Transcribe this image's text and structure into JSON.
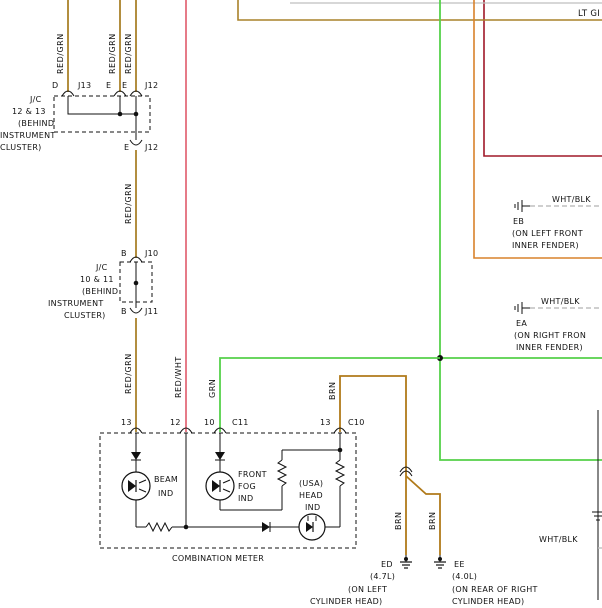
{
  "wire_labels": {
    "red_grn_1": "RED/GRN",
    "red_grn_2": "RED/GRN",
    "red_grn_3": "RED/GRN",
    "red_grn_4": "RED/GRN",
    "red_grn_5": "RED/GRN",
    "red_wht": "RED/WHT",
    "grn": "GRN",
    "brn_1": "BRN",
    "brn_2": "BRN",
    "brn_3": "BRN",
    "lt_grn": "LT GI",
    "wht_blk_1": "WHT/BLK",
    "wht_blk_2": "WHT/BLK",
    "wht_blk_3": "WHT/BLK"
  },
  "junction_connectors": {
    "jc_upper": {
      "lines": [
        "J/C",
        "12 & 13",
        "(BEHIND",
        "INSTRUMENT",
        "CLUSTER)"
      ],
      "pins_top": [
        "D",
        "J13",
        "E",
        "E",
        "J12"
      ],
      "pins_bottom": [
        "E",
        "J12"
      ]
    },
    "jc_lower": {
      "lines": [
        "J/C",
        "10 & 11",
        "(BEHIND",
        "INSTRUMENT",
        "CLUSTER)"
      ],
      "pins_top": [
        "B",
        "J10"
      ],
      "pins_bottom": [
        "B",
        "J11"
      ]
    }
  },
  "grounds": {
    "eb": [
      "EB",
      "(ON LEFT FRONT",
      "INNER FENDER)"
    ],
    "ea": [
      "EA",
      "(ON RIGHT FRON",
      "INNER FENDER)"
    ],
    "ed": [
      "ED",
      "(4.7L)",
      "(ON LEFT",
      "CYLINDER HEAD)"
    ],
    "ee": [
      "EE",
      "(4.0L)",
      "(ON REAR OF RIGHT",
      "CYLINDER HEAD)"
    ]
  },
  "meter": {
    "title": "COMBINATION METER",
    "pins": [
      "13",
      "12",
      "10",
      "C11",
      "13",
      "C10"
    ],
    "beam_ind": [
      "BEAM",
      "IND"
    ],
    "front_fog_ind": [
      "FRONT",
      "FOG",
      "IND"
    ],
    "head_ind": [
      "(USA)",
      "HEAD",
      "IND"
    ]
  },
  "colors": {
    "red_grn": "#a9822a",
    "red_wht": "#e05a6a",
    "grn": "#55d14a",
    "brn": "#b07a1a",
    "dark_red": "#a01828",
    "orange": "#d9822b",
    "gray_dash": "#bfbfbf",
    "black": "#111111"
  }
}
